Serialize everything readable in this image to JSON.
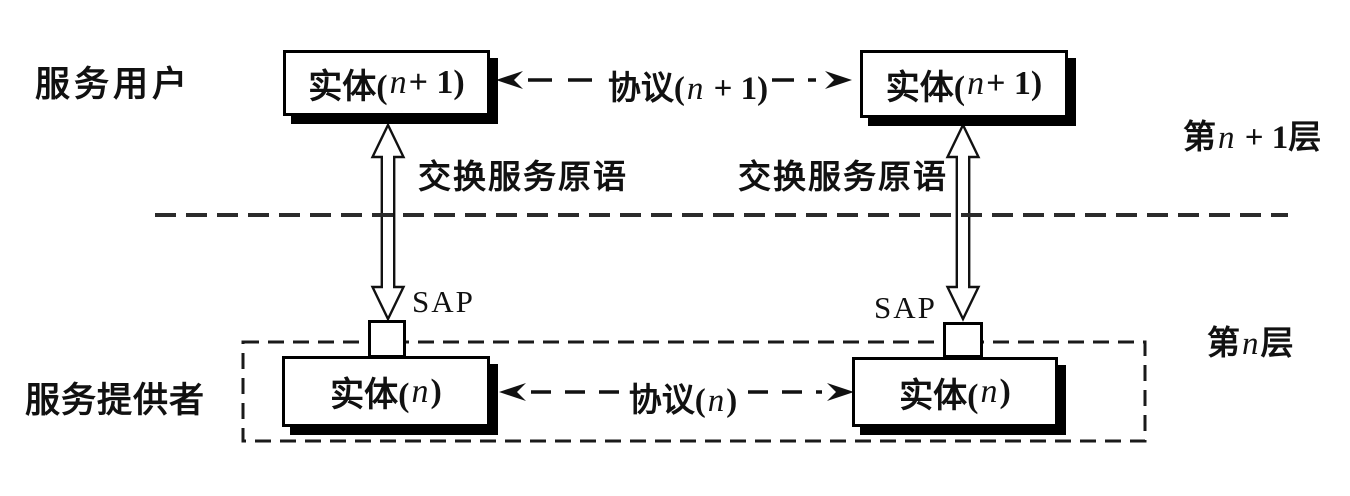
{
  "labels": {
    "service_user": "服务用户",
    "service_provider": "服务提供者",
    "exchange_primitives_left": "交换服务原语",
    "exchange_primitives_right": "交换服务原语",
    "sap_left": "SAP",
    "sap_right": "SAP"
  },
  "layers": {
    "upper": {
      "prefix": "第",
      "var": "n",
      "suffix": " + 1层"
    },
    "lower": {
      "prefix": "第",
      "var": "n",
      "suffix": "层"
    }
  },
  "entities": {
    "top_left": {
      "prefix": "实体(",
      "var": "n",
      "suffix": " + 1)"
    },
    "top_right": {
      "prefix": "实体(",
      "var": "n",
      "suffix": " + 1)"
    },
    "bottom_left": {
      "prefix": "实体(",
      "var": "n",
      "suffix": ")"
    },
    "bottom_right": {
      "prefix": "实体(",
      "var": "n",
      "suffix": ")"
    }
  },
  "protocols": {
    "upper": {
      "prefix": "协议(",
      "var": "n",
      "suffix": " + 1)"
    },
    "lower": {
      "prefix": "协议(",
      "var": "n",
      "suffix": ")"
    }
  },
  "colors": {
    "ink": "#111111",
    "dashed_line": "#2b2b2b",
    "box_border": "#000000",
    "background": "#ffffff"
  }
}
